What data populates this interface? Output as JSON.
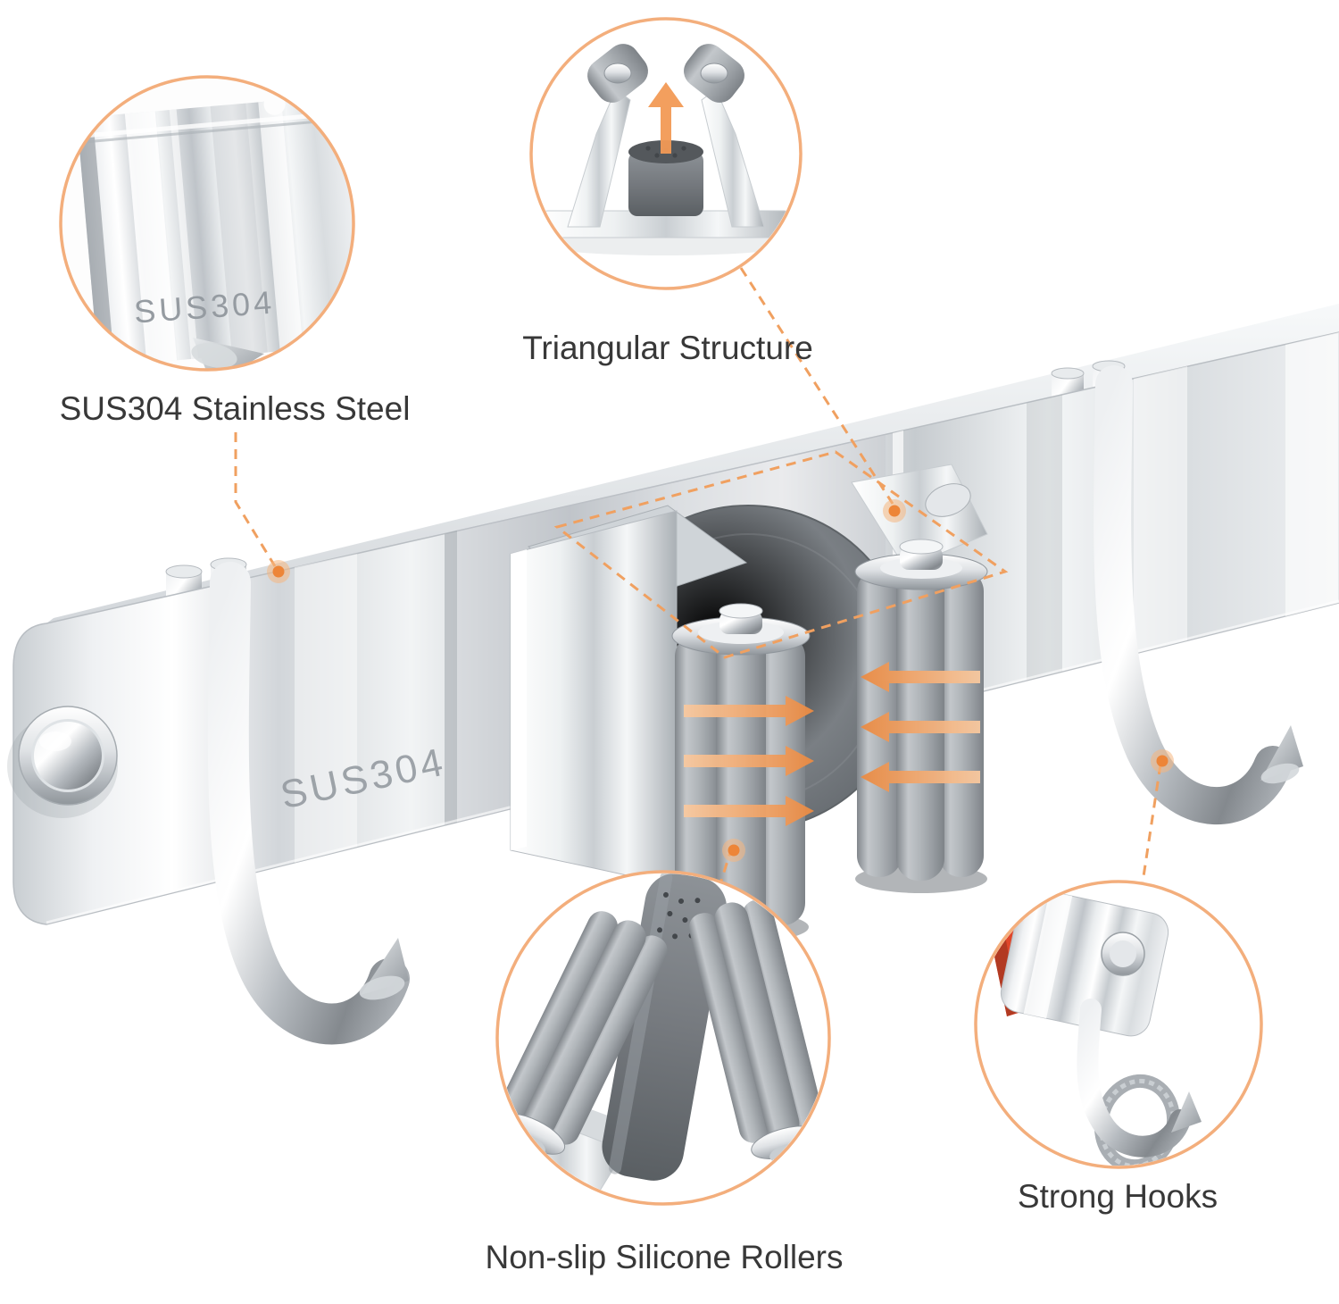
{
  "callouts": {
    "stainless": {
      "label": "SUS304 Stainless Steel",
      "engraving": "SUS304"
    },
    "triangular": {
      "label": "Triangular Structure"
    },
    "rollers": {
      "label": "Non-slip Silicone Rollers"
    },
    "hooks": {
      "label": "Strong Hooks"
    }
  },
  "product": {
    "bar_engraving": "SUS304"
  },
  "colors": {
    "accent_orange": "#ED8538",
    "accent_orange_light": "#F5B77F",
    "label_text": "#383838",
    "metal_light": "#F2F4F5",
    "metal_mid": "#C7CCD0",
    "roller_gray": "#A8ADB2",
    "pole_dark": "#75797E"
  }
}
